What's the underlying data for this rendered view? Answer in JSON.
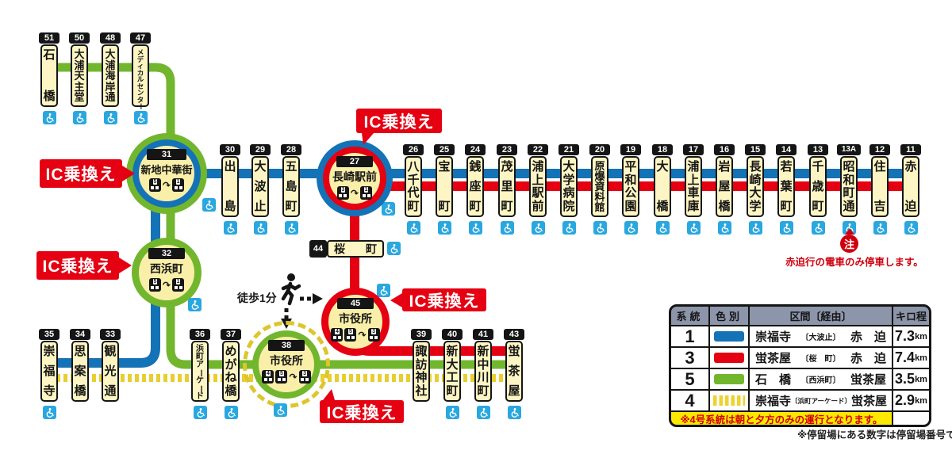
{
  "labels": {
    "ic_transfer": "IC乗換え",
    "walk": "徒歩1分",
    "note_mark": "注",
    "akasako_note": "赤迫行の電車のみ停車します。",
    "footnote": "※停留場にある数字は停留場番号です。"
  },
  "colors": {
    "blue": "#1472b7",
    "red": "#e50012",
    "green": "#72b62e",
    "yellow": "#e8ce2e",
    "box_fill": "#fdf5c3",
    "wheelchair": "#29a7df",
    "table_header": "#8c95a9",
    "note_bg": "#ffe800"
  },
  "branches": {
    "top_left": [
      {
        "no": "51",
        "name": "石橋",
        "wc": true
      },
      {
        "no": "50",
        "name": "大浦天主堂",
        "wc": true
      },
      {
        "no": "48",
        "name": "大浦海岸通",
        "wc": true
      },
      {
        "no": "47",
        "name": "メディカルセンター",
        "wc": true
      }
    ],
    "dejima": [
      {
        "no": "30",
        "name": "出島",
        "wc": true
      },
      {
        "no": "29",
        "name": "大波止",
        "wc": true
      },
      {
        "no": "28",
        "name": "五島町",
        "wc": true
      }
    ],
    "main": [
      {
        "no": "26",
        "name": "八千代町",
        "wc": true
      },
      {
        "no": "25",
        "name": "宝町",
        "wc": true
      },
      {
        "no": "24",
        "name": "銭座町",
        "wc": true
      },
      {
        "no": "23",
        "name": "茂里町",
        "wc": true
      },
      {
        "no": "22",
        "name": "浦上駅前",
        "wc": true
      },
      {
        "no": "21",
        "name": "大学病院",
        "wc": true
      },
      {
        "no": "20",
        "name": "原爆資料館",
        "wc": true
      },
      {
        "no": "19",
        "name": "平和公園",
        "wc": true
      },
      {
        "no": "18",
        "name": "大橋",
        "wc": true
      },
      {
        "no": "17",
        "name": "浦上車庫",
        "wc": true
      },
      {
        "no": "16",
        "name": "岩屋橋",
        "wc": true
      },
      {
        "no": "15",
        "name": "長崎大学",
        "wc": true
      },
      {
        "no": "14",
        "name": "若葉町",
        "wc": true
      },
      {
        "no": "13",
        "name": "千歳町",
        "wc": true
      },
      {
        "no": "13A",
        "name": "昭和町通",
        "wc": true
      },
      {
        "no": "12",
        "name": "住吉",
        "wc": true
      },
      {
        "no": "11",
        "name": "赤迫",
        "wc": true
      }
    ],
    "bottom_left": [
      {
        "no": "35",
        "name": "崇福寺",
        "wc": true
      },
      {
        "no": "34",
        "name": "思案橋",
        "wc": false
      },
      {
        "no": "33",
        "name": "観光通",
        "wc": false
      }
    ],
    "bottom_mid": [
      {
        "no": "36",
        "name": "浜町アーケード",
        "wc": true
      },
      {
        "no": "37",
        "name": "めがね橋",
        "wc": true
      }
    ],
    "bottom_right": [
      {
        "no": "39",
        "name": "諏訪神社",
        "wc": false
      },
      {
        "no": "40",
        "name": "新大工町",
        "wc": true
      },
      {
        "no": "41",
        "name": "新中川町",
        "wc": true
      },
      {
        "no": "43",
        "name": "蛍茶屋",
        "wc": true
      }
    ],
    "sakura": {
      "no": "44",
      "name": "桜町",
      "wc": true
    }
  },
  "interchanges": [
    {
      "id": "c31",
      "no": "31",
      "name": "新地中華街",
      "trams": [
        "5",
        "1"
      ],
      "wc": true
    },
    {
      "id": "c27",
      "no": "27",
      "name": "長崎駅前",
      "trams": [
        "3",
        "1"
      ],
      "wc": true
    },
    {
      "id": "c32",
      "no": "32",
      "name": "西浜町",
      "trams": [
        "5",
        "1"
      ],
      "wc": true
    },
    {
      "id": "c45",
      "no": "45",
      "name": "市役所",
      "trams": [
        "4",
        "5",
        "3"
      ],
      "wc": true
    },
    {
      "id": "c38",
      "no": "38",
      "name": "市役所",
      "trams": [
        "4",
        "5",
        "3"
      ],
      "wc": true
    }
  ],
  "legend": {
    "headers": [
      "系統",
      "色別",
      "区間〔経由〕",
      "キロ程"
    ],
    "rows": [
      {
        "route": "1",
        "line_color": "#1472b7",
        "swatch": "solid",
        "from": "崇福寺",
        "via": "〔大波止〕",
        "to": "赤　迫",
        "distance": "7.3",
        "unit": "km"
      },
      {
        "route": "3",
        "line_color": "#e50012",
        "swatch": "solid",
        "from": "蛍茶屋",
        "via": "〔桜　町〕",
        "to": "赤　迫",
        "distance": "7.4",
        "unit": "km"
      },
      {
        "route": "5",
        "line_color": "#72b62e",
        "swatch": "solid",
        "from": "石　橋",
        "via": "〔西浜町〕",
        "to": "蛍茶屋",
        "distance": "3.5",
        "unit": "km"
      },
      {
        "route": "4",
        "line_color": "#e8ce2e",
        "swatch": "dashed",
        "from": "崇福寺",
        "via": "〔浜町アーケード〕",
        "to": "蛍茶屋",
        "distance": "2.9",
        "unit": "km"
      }
    ],
    "note": "※4号系統は朝と夕方のみの運行となります。"
  }
}
